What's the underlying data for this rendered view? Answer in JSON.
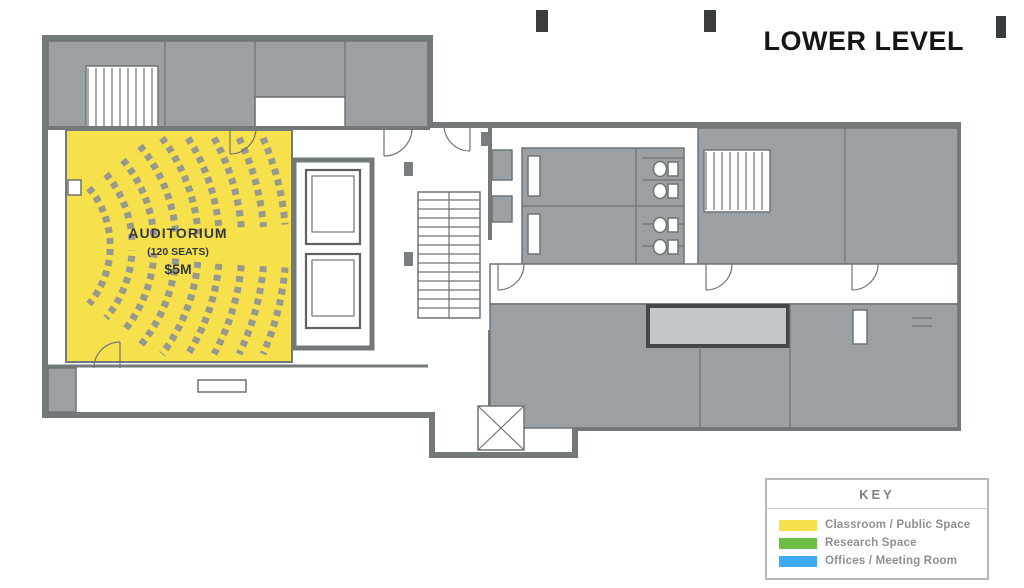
{
  "title": "LOWER LEVEL",
  "auditorium": {
    "label": "AUDITORIUM",
    "seats": "(120 SEATS)",
    "price": "$5M"
  },
  "legend": {
    "title": "KEY",
    "items": [
      {
        "label": "Classroom / Public Space",
        "color": "#F6E04B"
      },
      {
        "label": "Research Space",
        "color": "#6CBE45"
      },
      {
        "label": "Offices / Meeting Room",
        "color": "#3FA9F5"
      }
    ]
  },
  "colors": {
    "highlight": "#F6E04B",
    "wall": "#73787B",
    "room": "#9AA0A3",
    "title_text": "#161616",
    "legend_text": "#8A9093"
  }
}
